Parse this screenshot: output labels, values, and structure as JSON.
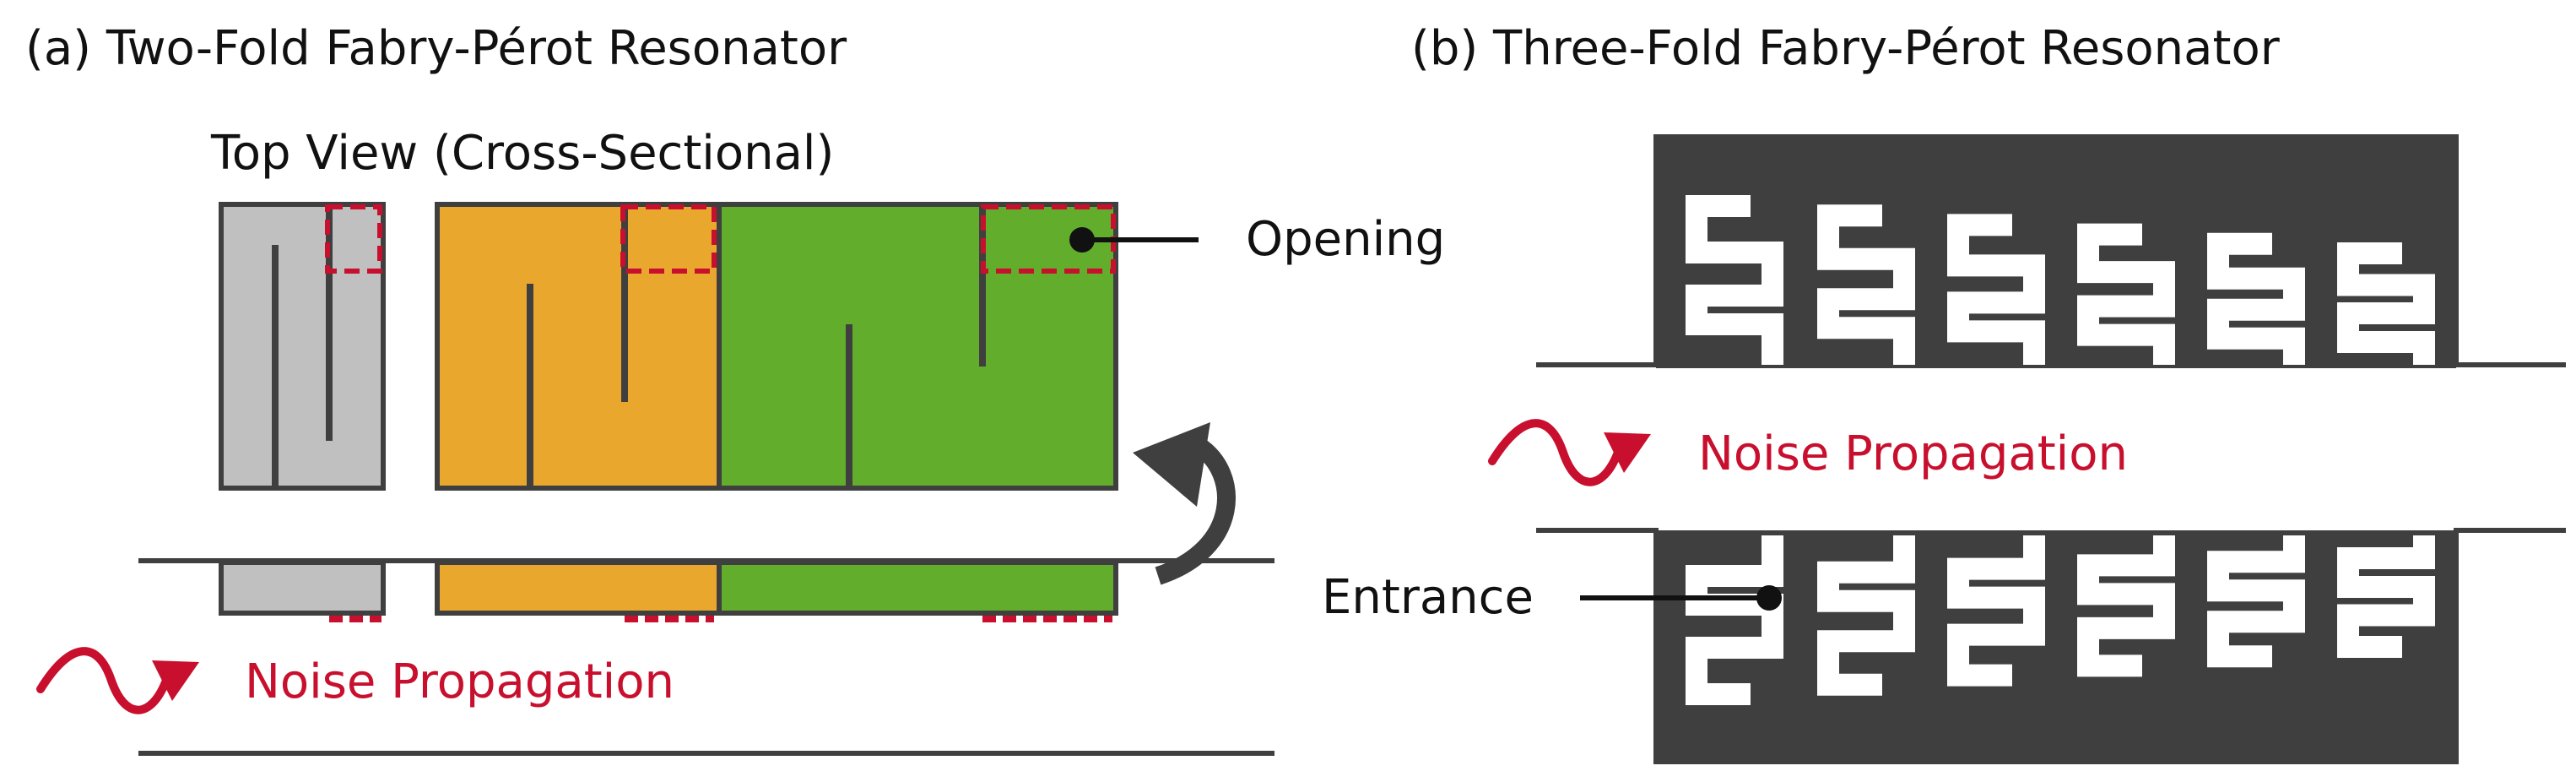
{
  "panel_a": {
    "title": "(a) Two-Fold Fabry-Pérot Resonator",
    "subtitle": "Top View (Cross-Sectional)",
    "opening_label": "Opening",
    "noise_label": "Noise Propagation",
    "colors": {
      "gray": "#c0c0c0",
      "orange": "#e9a82d",
      "green": "#62ad2b",
      "outline": "#3f3f3f",
      "accent": "#c8102e"
    }
  },
  "panel_b": {
    "title": "(b) Three-Fold Fabry-Pérot Resonator",
    "noise_label": "Noise Propagation",
    "entrance_label": "Entrance",
    "colors": {
      "block": "#3f3f3f",
      "channel": "#ffffff",
      "accent": "#c8102e"
    }
  }
}
